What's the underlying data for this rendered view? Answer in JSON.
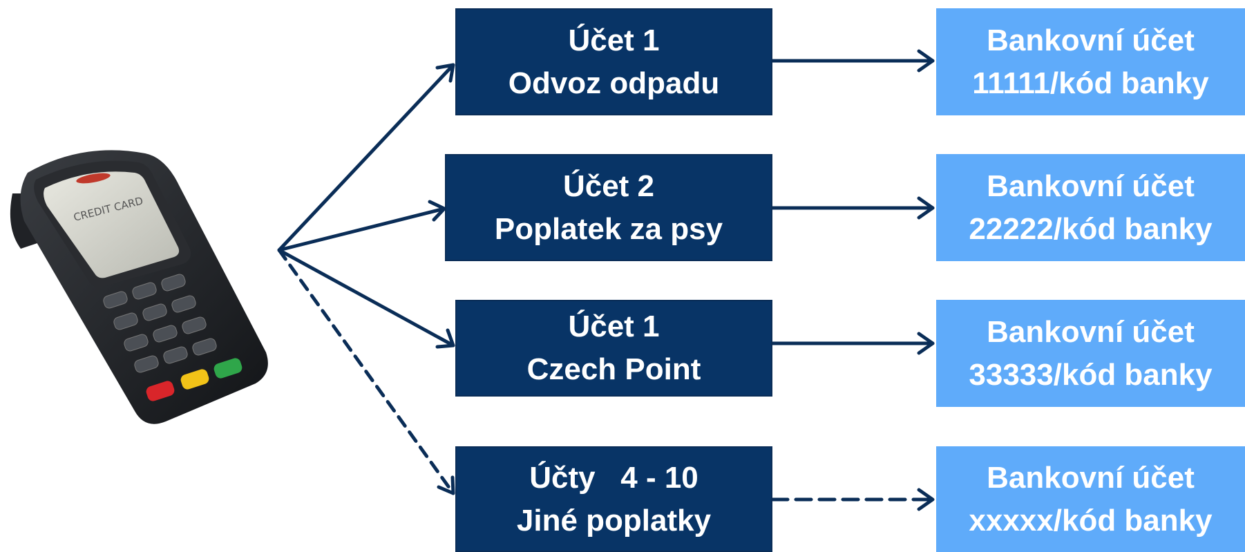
{
  "colors": {
    "account_fill": "#083466",
    "bank_fill": "#5fabfa",
    "arrow": "#0a2d57",
    "text": "#ffffff"
  },
  "terminal": {
    "icon": "payment-terminal-icon",
    "screen_text": "CREDIT CARD"
  },
  "accounts": [
    {
      "line1": "Účet 1",
      "line2": "Odvoz odpadu",
      "connector": "solid"
    },
    {
      "line1": "Účet 2",
      "line2": "Poplatek za psy",
      "connector": "solid"
    },
    {
      "line1": "Účet 1",
      "line2": "Czech Point",
      "connector": "solid"
    },
    {
      "line1": "Účty   4 - 10",
      "line2": "Jiné poplatky",
      "connector": "dashed"
    }
  ],
  "banks": [
    {
      "line1": "Bankovní účet",
      "line2": "11111/kód banky"
    },
    {
      "line1": "Bankovní účet",
      "line2": "22222/kód banky"
    },
    {
      "line1": "Bankovní účet",
      "line2": "33333/kód banky"
    },
    {
      "line1": "Bankovní účet",
      "line2": "xxxxx/kód banky"
    }
  ]
}
